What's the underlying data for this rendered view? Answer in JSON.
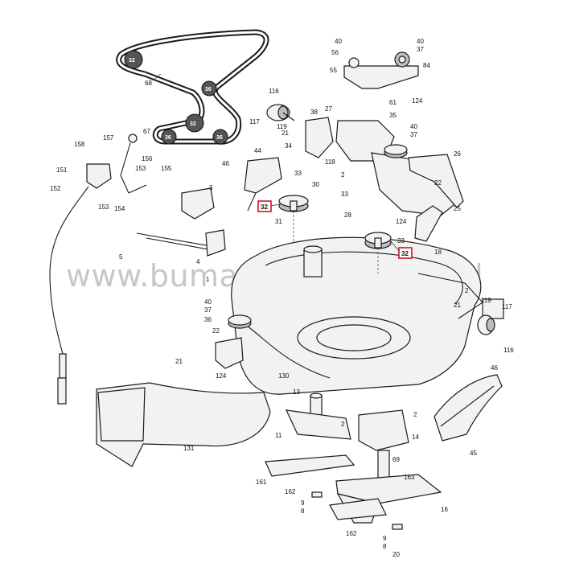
{
  "watermark": "www.bumac-onderdelen.nl",
  "belt": {
    "label": "68",
    "pulleys": [
      "32",
      "36",
      "32",
      "36",
      "36"
    ]
  },
  "highlight": {
    "color": "#d0141e",
    "labels": [
      "32",
      "32"
    ]
  },
  "labels": [
    "40",
    "56",
    "40",
    "37",
    "84",
    "55",
    "61",
    "124",
    "116",
    "117",
    "119",
    "38",
    "27",
    "35",
    "40",
    "37",
    "157",
    "67",
    "158",
    "156",
    "153",
    "155",
    "151",
    "152",
    "153",
    "154",
    "46",
    "44",
    "21",
    "34",
    "118",
    "2",
    "33",
    "30",
    "33",
    "26",
    "22",
    "3",
    "31",
    "28",
    "124",
    "25",
    "33",
    "18",
    "5",
    "4",
    "1",
    "40",
    "37",
    "36",
    "22",
    "21",
    "124",
    "130",
    "119",
    "117",
    "116",
    "21",
    "2",
    "13",
    "11",
    "2",
    "2",
    "14",
    "46",
    "45",
    "131",
    "69",
    "161",
    "162",
    "163",
    "9",
    "8",
    "16",
    "162",
    "9",
    "8",
    "20"
  ]
}
